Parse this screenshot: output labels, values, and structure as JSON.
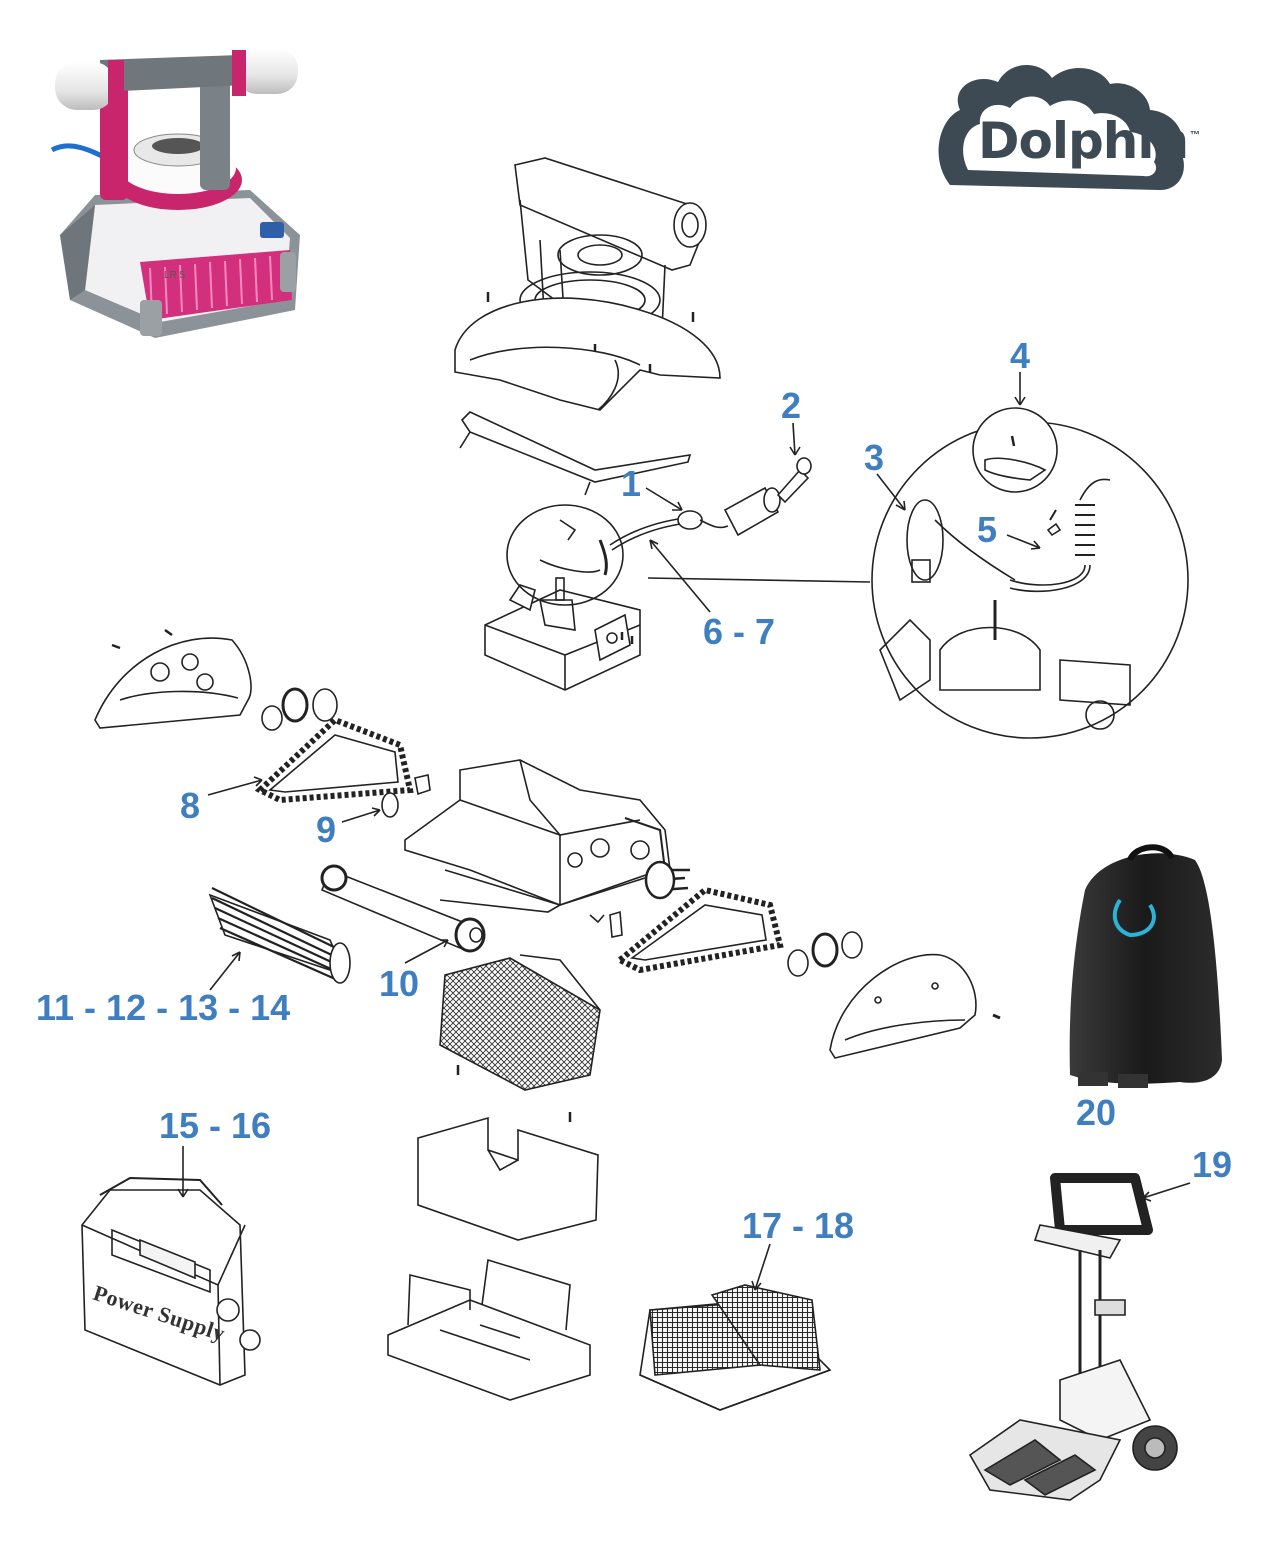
{
  "brand": {
    "logo_text": "Dolphin",
    "trademark": "™",
    "logo_color": "#3d4a53"
  },
  "colors": {
    "label": "#3f7fbf",
    "line": "#222222",
    "robot_magenta": "#c8256c",
    "bag": "#1e1e1e"
  },
  "robot_photo": {
    "model_badge": "LR 5"
  },
  "power_supply": {
    "embossed_text": "Power Supply"
  },
  "callouts": [
    {
      "id": "1",
      "text": "1"
    },
    {
      "id": "2",
      "text": "2"
    },
    {
      "id": "3",
      "text": "3"
    },
    {
      "id": "4",
      "text": "4"
    },
    {
      "id": "5",
      "text": "5"
    },
    {
      "id": "6-7",
      "text": "6 - 7"
    },
    {
      "id": "8",
      "text": "8"
    },
    {
      "id": "9",
      "text": "9"
    },
    {
      "id": "10",
      "text": "10"
    },
    {
      "id": "11-14",
      "text": "11 - 12 - 13 - 14"
    },
    {
      "id": "15-16",
      "text": "15 - 16"
    },
    {
      "id": "17-18",
      "text": "17 - 18"
    },
    {
      "id": "19",
      "text": "19"
    },
    {
      "id": "20",
      "text": "20"
    }
  ]
}
